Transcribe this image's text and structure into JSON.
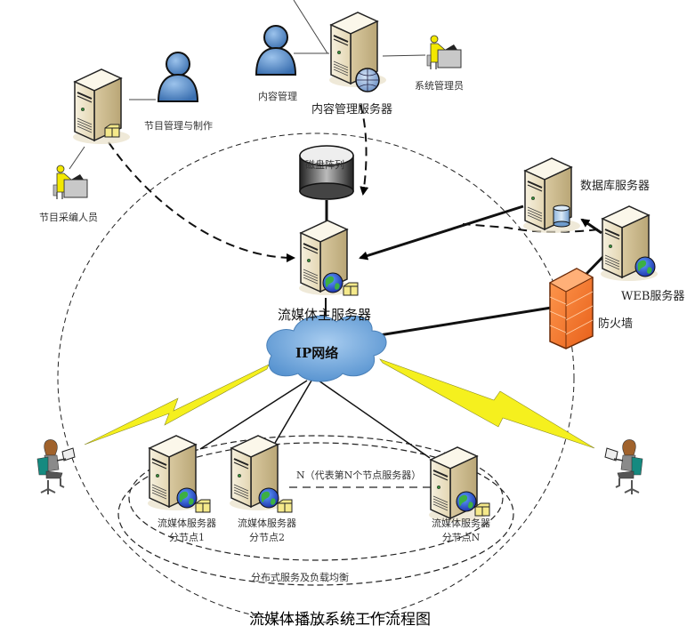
{
  "title": "流媒体播放系统工作流程图",
  "nodes": {
    "content_manager_person": {
      "label": "内容管理"
    },
    "content_server": {
      "label": "内容管理服务器"
    },
    "sys_admin": {
      "label": "系统管理员"
    },
    "program_server": {
      "label": "节目管理与制作"
    },
    "program_editor": {
      "label": "节目采编人员"
    },
    "disk_array": {
      "label": "磁盘阵列"
    },
    "main_server": {
      "label": "流媒体主服务器"
    },
    "db_server": {
      "label": "数据库服务器"
    },
    "web_server": {
      "label": "WEB服务器"
    },
    "firewall": {
      "label": "防火墙"
    },
    "ip_network": {
      "label": "IP网络"
    },
    "node1": {
      "label1": "流媒体服务器",
      "label2": "分节点1"
    },
    "node2": {
      "label1": "流媒体服务器",
      "label2": "分节点2"
    },
    "nodeN": {
      "label1": "流媒体服务器",
      "label2": "分节点N"
    },
    "nodeN_note": {
      "label": "N（代表第N个节点服务器）"
    },
    "distributed": {
      "label": "分布式服务及负载均衡"
    }
  },
  "colors": {
    "server_body": "#efe6cf",
    "server_side": "#c9b98f",
    "person_blue": "#4f86c6",
    "cloud_blue": "#6aa2d8",
    "firewall_orange": "#f07a2a",
    "lightning_yellow": "#f5f01e",
    "admin_yellow": "#f3e800"
  }
}
